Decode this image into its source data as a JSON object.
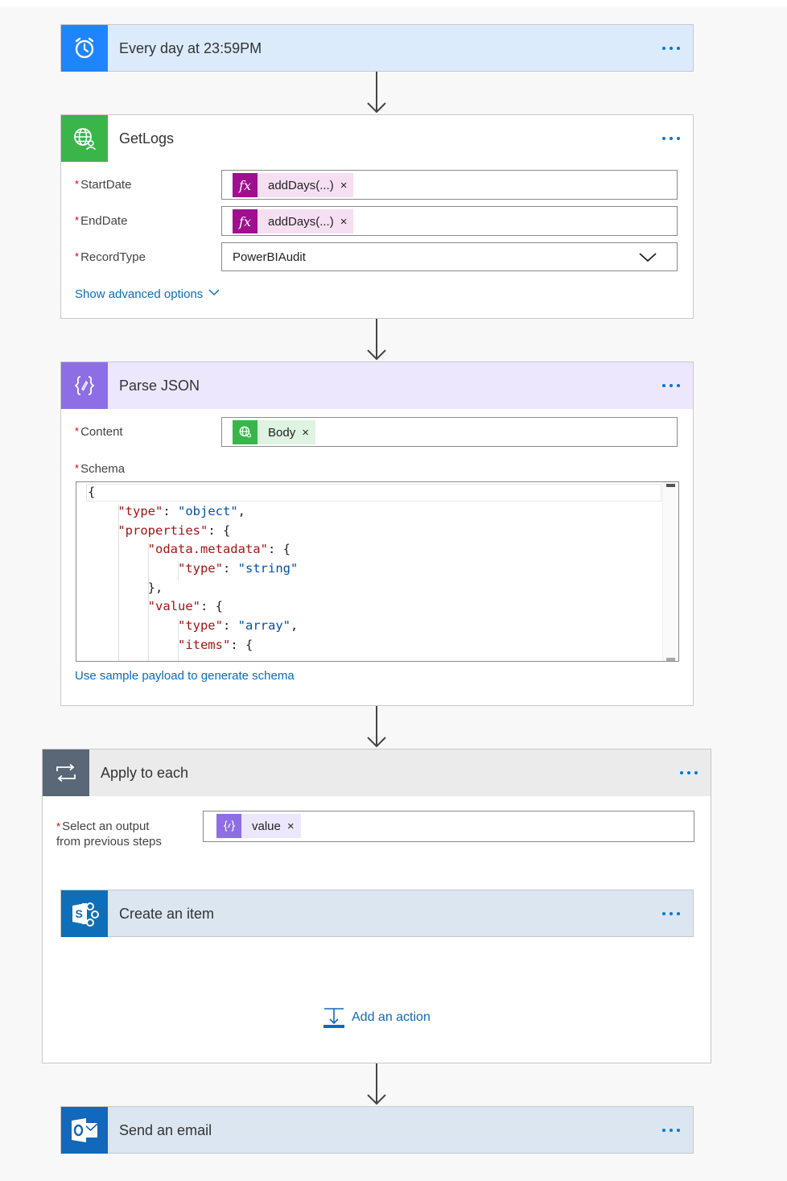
{
  "trigger": {
    "title": "Every day at 23:59PM"
  },
  "getlogs": {
    "title": "GetLogs",
    "fields": {
      "start_label": "StartDate",
      "start_token": "addDays(...)",
      "end_label": "EndDate",
      "end_token": "addDays(...)",
      "record_label": "RecordType",
      "record_value": "PowerBIAudit"
    },
    "advanced_link": "Show advanced options"
  },
  "parse": {
    "title": "Parse JSON",
    "content_label": "Content",
    "content_token": "Body",
    "schema_label": "Schema",
    "schema_lines": [
      "{",
      "    \"type\": \"object\",",
      "    \"properties\": {",
      "        \"odata.metadata\": {",
      "            \"type\": \"string\"",
      "        },",
      "        \"value\": {",
      "            \"type\": \"array\",",
      "            \"items\": {"
    ],
    "sample_link": "Use sample payload to generate schema"
  },
  "apply": {
    "title": "Apply to each",
    "select_label_1": "Select an output",
    "select_label_2": "from previous steps",
    "value_token": "value",
    "create_title": "Create an item",
    "add_action": "Add an action"
  },
  "email": {
    "title": "Send an email"
  },
  "token_remove_glyph": "×",
  "colors": {
    "trigger_header": "#dcebfc",
    "trigger_icon": "#1f85ff",
    "getlogs_icon": "#3ab54a",
    "parse_header": "#ece7fc",
    "parse_icon": "#8d6ee5",
    "apply_header": "#ebebeb",
    "apply_icon": "#596777",
    "sharepoint_header": "#dbe6f1",
    "sharepoint_icon": "#0e6fb8",
    "outlook_icon": "#1268ba",
    "fx_token": "#a00f8f",
    "link": "#0b6cbd"
  }
}
